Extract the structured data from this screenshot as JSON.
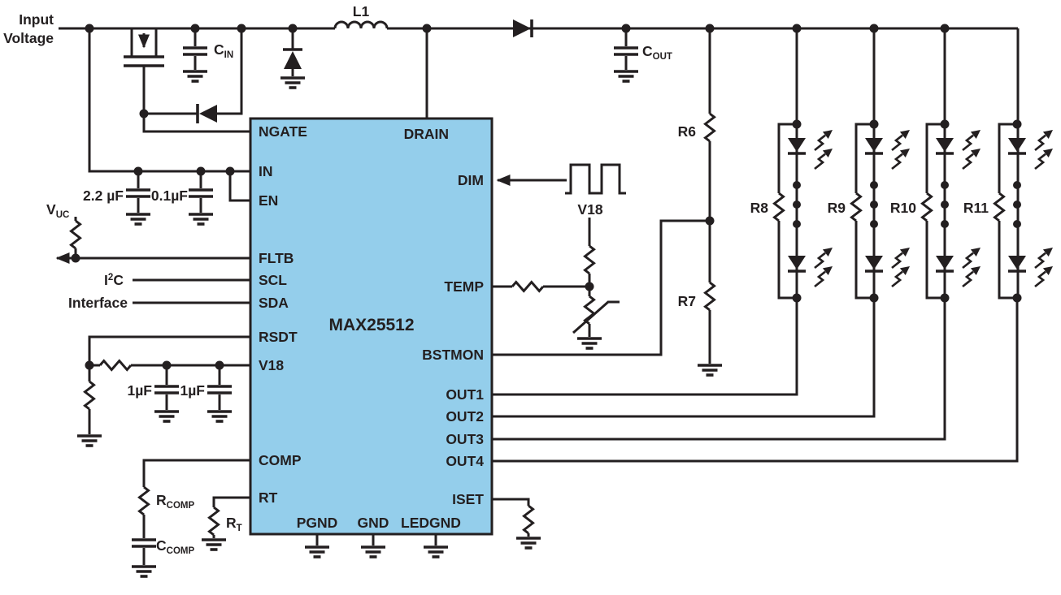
{
  "ic": {
    "part": "MAX25512",
    "left_pins": [
      "NGATE",
      "IN",
      "EN",
      "FLTB",
      "SCL",
      "SDA",
      "RSDT",
      "V18",
      "COMP",
      "RT"
    ],
    "top_pin": "DRAIN",
    "right_pins": [
      "DIM",
      "TEMP",
      "BSTMON",
      "OUT1",
      "OUT2",
      "OUT3",
      "OUT4",
      "ISET"
    ],
    "bottom_pins": [
      "PGND",
      "GND",
      "LEDGND"
    ]
  },
  "source": {
    "label_line1": "Input",
    "label_line2": "Voltage"
  },
  "components": {
    "inductor": "L1",
    "c_in": {
      "base": "C",
      "sub": "IN"
    },
    "c_out": {
      "base": "C",
      "sub": "OUT"
    },
    "cap_2u2": "2.2 µF",
    "cap_0u1": "0.1µF",
    "v_uc": {
      "base": "V",
      "sub": "UC"
    },
    "i2c": {
      "pre": "I",
      "sup": "2",
      "post": "C"
    },
    "interface": "Interface",
    "cap_1u_a": "1µF",
    "cap_1u_b": "1µF",
    "r_comp": {
      "base": "R",
      "sub": "COMP"
    },
    "c_comp": {
      "base": "C",
      "sub": "COMP"
    },
    "r_t": {
      "base": "R",
      "sub": "T"
    },
    "v18_pullup": "V18",
    "r6": "R6",
    "r7": "R7",
    "led_strings": [
      {
        "bypass_resistor": "R8"
      },
      {
        "bypass_resistor": "R9"
      },
      {
        "bypass_resistor": "R10"
      },
      {
        "bypass_resistor": "R11"
      }
    ]
  },
  "colors": {
    "ic_fill": "#94ceeb",
    "wire": "#231f20",
    "background": "#ffffff"
  }
}
